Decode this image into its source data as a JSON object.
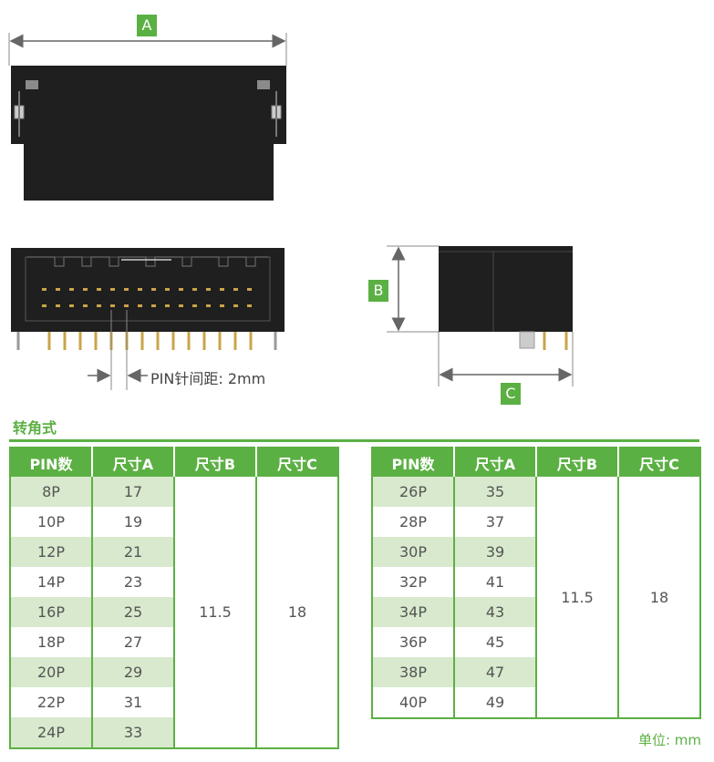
{
  "labels": {
    "a": "A",
    "b": "B",
    "c": "C"
  },
  "pin_pitch": "PIN针间距: 2mm",
  "section_title": "转角式",
  "headers": [
    "PIN数",
    "尺寸A",
    "尺寸B",
    "尺寸C"
  ],
  "table1": {
    "rows": [
      {
        "pin": "8P",
        "a": "17"
      },
      {
        "pin": "10P",
        "a": "19"
      },
      {
        "pin": "12P",
        "a": "21"
      },
      {
        "pin": "14P",
        "a": "23"
      },
      {
        "pin": "16P",
        "a": "25"
      },
      {
        "pin": "18P",
        "a": "27"
      },
      {
        "pin": "20P",
        "a": "29"
      },
      {
        "pin": "22P",
        "a": "31"
      },
      {
        "pin": "24P",
        "a": "33"
      }
    ],
    "b": "11.5",
    "c": "18"
  },
  "table2": {
    "rows": [
      {
        "pin": "26P",
        "a": "35"
      },
      {
        "pin": "28P",
        "a": "37"
      },
      {
        "pin": "30P",
        "a": "39"
      },
      {
        "pin": "32P",
        "a": "41"
      },
      {
        "pin": "34P",
        "a": "43"
      },
      {
        "pin": "36P",
        "a": "45"
      },
      {
        "pin": "38P",
        "a": "47"
      },
      {
        "pin": "40P",
        "a": "49"
      }
    ],
    "b": "11.5",
    "c": "18"
  },
  "unit": "单位: mm",
  "colors": {
    "accent": "#5bb043",
    "stripe": "#d8e9cd",
    "body": "#1f1f1f",
    "pin": "#c9a44a"
  }
}
